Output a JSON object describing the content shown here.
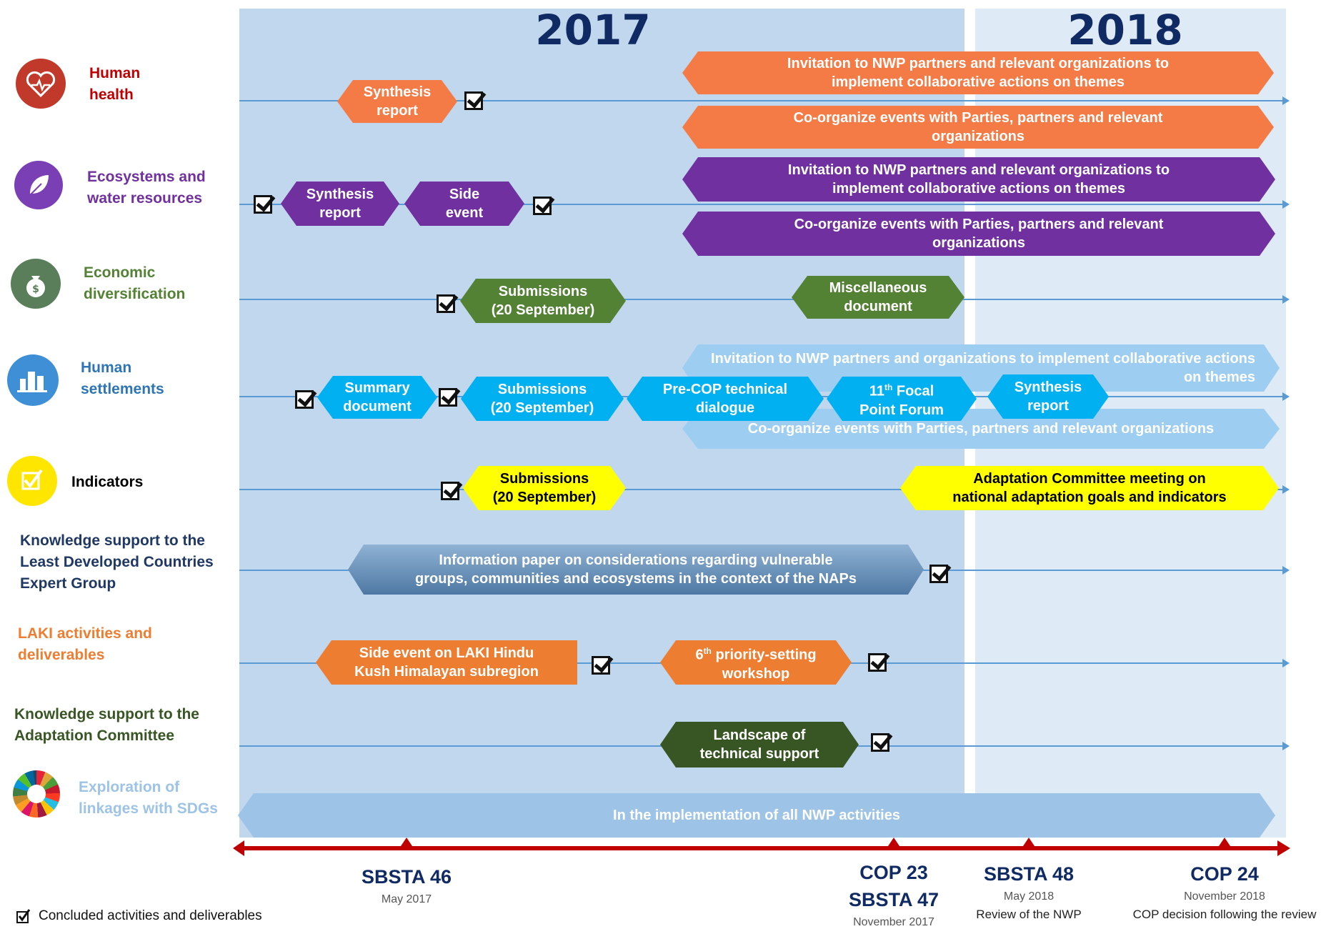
{
  "years": [
    "2017",
    "2018"
  ],
  "colors": {
    "year2017_bg": "#c0d7ee",
    "year2018_bg": "#deeaf6",
    "timeline": "#5b9bd5",
    "axis": "#c00000",
    "health": "#f47a46",
    "ecosystems": "#7030a0",
    "economic": "#548235",
    "settlements": "#00b0f0",
    "indicators": "#ffff00",
    "ldc": "#6d92b8",
    "laki": "#ed7d31",
    "adaptation": "#375623",
    "sdg": "#9dc3e6"
  },
  "categories": [
    {
      "id": "health",
      "label": "Human\nhealth",
      "color": "#c00000",
      "icon": "heart-icon"
    },
    {
      "id": "ecosystems",
      "label": "Ecosystems and\nwater resources",
      "color": "#7030a0",
      "icon": "leaf-icon"
    },
    {
      "id": "economic",
      "label": "Economic\ndiversification",
      "color": "#548235",
      "icon": "money-bag-icon"
    },
    {
      "id": "settlements",
      "label": "Human\nsettlements",
      "color": "#2e75b6",
      "icon": "buildings-icon"
    },
    {
      "id": "indicators",
      "label": "Indicators",
      "color": "#000000",
      "icon": "checkbox-icon"
    },
    {
      "id": "ldc",
      "label": "Knowledge support to the\nLeast Developed Countries\nExpert Group",
      "color": "#1f3864",
      "icon": ""
    },
    {
      "id": "laki",
      "label": "LAKI activities and\ndeliverables",
      "color": "#ed7d31",
      "icon": ""
    },
    {
      "id": "adaptation",
      "label": "Knowledge support to the\nAdaptation Committee",
      "color": "#375623",
      "icon": ""
    },
    {
      "id": "sdg",
      "label": "Exploration of\nlinkages with SDGs",
      "color": "#9dc3e6",
      "icon": "sdg-wheel-icon"
    }
  ],
  "activities": {
    "health_synthesis": "Synthesis\nreport",
    "health_invite": "Invitation to NWP partners and relevant organizations to\nimplement collaborative actions on themes",
    "health_coorg": "Co-organize events with Parties, partners and relevant\norganizations",
    "eco_synthesis": "Synthesis\nreport",
    "eco_side": "Side\nevent",
    "eco_invite": "Invitation to NWP partners and relevant organizations to\nimplement collaborative actions on themes",
    "eco_coorg": "Co-organize events with Parties, partners and relevant\norganizations",
    "econ_submissions": "Submissions\n(20 September)",
    "econ_misc": "Miscellaneous\ndocument",
    "hs_invite": "Invitation to NWP partners and organizations to implement collaborative actions\non themes",
    "hs_summary": "Summary\ndocument",
    "hs_submissions": "Submissions\n(20 September)",
    "hs_precop": "Pre-COP technical\ndialogue",
    "hs_forum_pre": "11",
    "hs_forum_sup": "th",
    "hs_forum_post": " Focal\nPoint Forum",
    "hs_synthesis": "Synthesis\nreport",
    "hs_coorg": "Co-organize events with Parties, partners and relevant organizations",
    "ind_submissions": "Submissions\n(20 September)",
    "ind_ac": "Adaptation Committee meeting on\nnational adaptation goals and  indicators",
    "ldc_paper": "Information paper on considerations regarding vulnerable\ngroups, communities and ecosystems in the context of the NAPs",
    "laki_side": "Side event on LAKI Hindu\nKush Himalayan subregion",
    "laki_ps_pre": "6",
    "laki_ps_sup": "th",
    "laki_ps_post": " priority-setting\nworkshop",
    "ac_landscape": "Landscape of\ntechnical support",
    "sdg_impl": "In the implementation of all NWP activities"
  },
  "milestones": [
    {
      "label": "SBSTA 46",
      "date": "May 2017",
      "note": ""
    },
    {
      "label": "COP 23",
      "label2": "SBSTA 47",
      "date": "November 2017",
      "note": ""
    },
    {
      "label": "SBSTA 48",
      "date": "May 2018",
      "note": "Review of the NWP"
    },
    {
      "label": "COP 24",
      "date": "November 2018",
      "note": "COP decision following the review"
    }
  ],
  "legend": {
    "label": "Concluded activities and deliverables"
  }
}
